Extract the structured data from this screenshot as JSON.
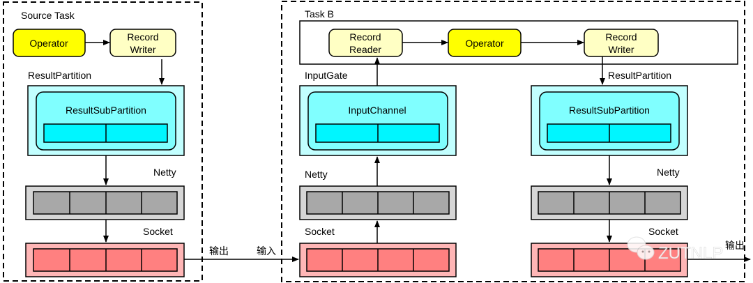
{
  "source_task": {
    "title": "Source Task",
    "operator": "Operator",
    "record_writer": [
      "Record",
      "Writer"
    ],
    "result_partition_label": "ResultPartition",
    "result_subpartition": "ResultSubPartition",
    "netty_label": "Netty",
    "socket_label": "Socket"
  },
  "link": {
    "output_label": "输出",
    "input_label": "输入"
  },
  "task_b": {
    "title": "Task B",
    "record_reader": [
      "Record",
      "Reader"
    ],
    "operator": "Operator",
    "record_writer": [
      "Record",
      "Writer"
    ],
    "input_gate_label": "InputGate",
    "input_channel": "InputChannel",
    "result_partition_label": "ResultPartition",
    "result_subpartition": "ResultSubPartition",
    "netty_label_left": "Netty",
    "socket_label_left": "Socket",
    "netty_label_right": "Netty",
    "socket_label_right": "Socket",
    "output_label": "输出"
  },
  "watermark": "ZUTNLP",
  "colors": {
    "operator": "#ffff00",
    "record_box": "#ffffc4",
    "partition_outer": "#c2ffff",
    "partition_inner": "#80ffff",
    "buffer_cell": "#00f6ff",
    "netty_outer": "#d6d6d6",
    "netty_cell": "#a8a8a8",
    "socket_outer": "#ffb6b6",
    "socket_cell": "#ff8080"
  }
}
